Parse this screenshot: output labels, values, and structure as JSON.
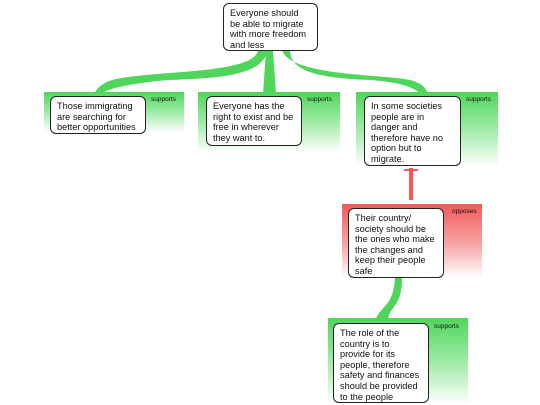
{
  "root": {
    "text": "Everyone should be able to migrate with more freedom and less restrictions"
  },
  "nodes": [
    {
      "id": "n1",
      "relation": "supports",
      "text": "Those immigrating are searching for better opportunities"
    },
    {
      "id": "n2",
      "relation": "supports",
      "text": "Everyone has the right to exist and be free in wherever they want to."
    },
    {
      "id": "n3",
      "relation": "supports",
      "text": "In some societies people are in danger and therefore have no option but to migrate."
    },
    {
      "id": "n4",
      "relation": "opposes",
      "text": "Their country/ society should be the ones who make the changes and keep their people safe"
    },
    {
      "id": "n5",
      "relation": "supports",
      "text": "The role of the country is to provide for its people, therefore safety and finances should be provided to the people"
    }
  ],
  "colors": {
    "supports": "#4fd65a",
    "opposes": "#f05a5a"
  }
}
